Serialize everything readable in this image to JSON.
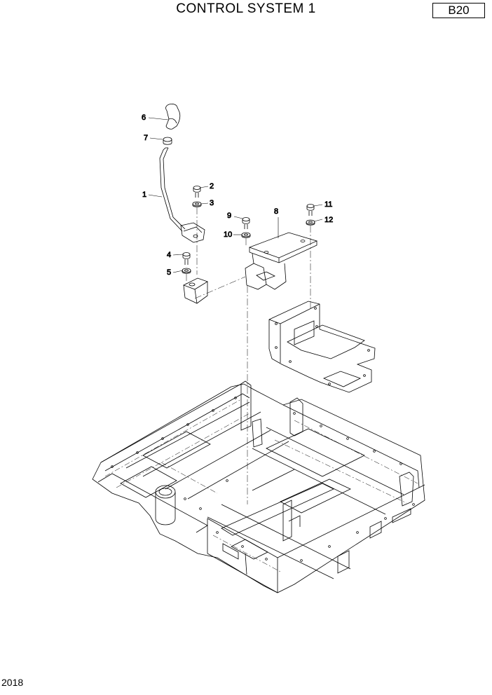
{
  "header": {
    "title": "CONTROL SYSTEM 1",
    "page_code": "B20"
  },
  "footer": {
    "year": "2018"
  },
  "callouts": [
    {
      "id": "c1",
      "label": "1"
    },
    {
      "id": "c2",
      "label": "2"
    },
    {
      "id": "c3",
      "label": "3"
    },
    {
      "id": "c4",
      "label": "4"
    },
    {
      "id": "c5",
      "label": "5"
    },
    {
      "id": "c6",
      "label": "6"
    },
    {
      "id": "c7",
      "label": "7"
    },
    {
      "id": "c8",
      "label": "8"
    },
    {
      "id": "c9",
      "label": "9"
    },
    {
      "id": "c10",
      "label": "10"
    },
    {
      "id": "c11",
      "label": "11"
    },
    {
      "id": "c12",
      "label": "12"
    }
  ]
}
